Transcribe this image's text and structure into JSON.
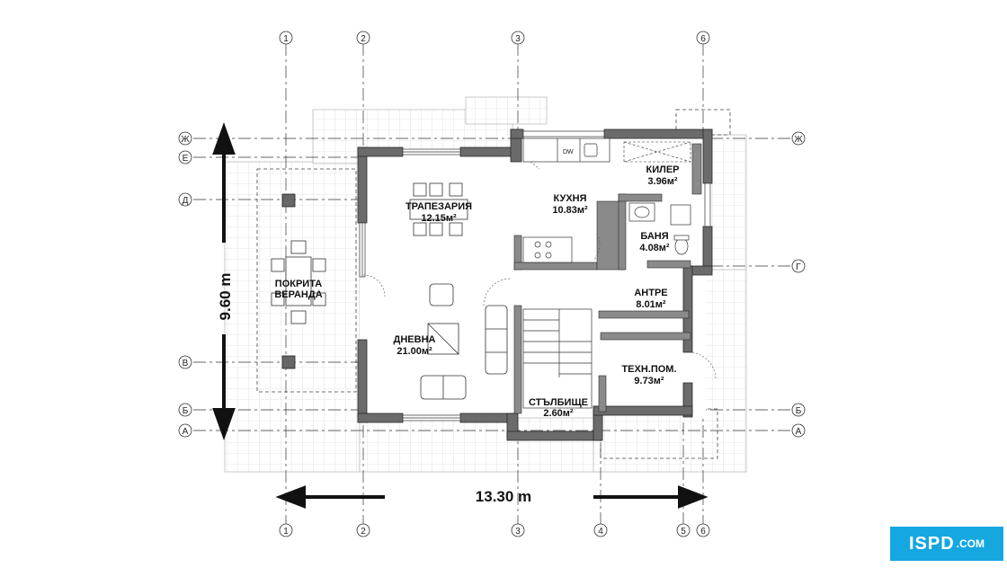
{
  "rooms": {
    "dining": {
      "name": "ТРАПЕЗАРИЯ",
      "area": "12.15м²"
    },
    "kitchen": {
      "name": "КУХНЯ",
      "area": "10.83м²"
    },
    "pantry": {
      "name": "КИЛЕР",
      "area": "3.96м²"
    },
    "bathroom": {
      "name": "БАНЯ",
      "area": "4.08м²"
    },
    "veranda": {
      "name_line1": "ПОКРИТА",
      "name_line2": "ВЕРАНДА"
    },
    "hallway": {
      "name": "АНТРЕ",
      "area": "8.01м²"
    },
    "living": {
      "name": "ДНЕВНА",
      "area": "21.00м²"
    },
    "technical": {
      "name": "ТЕХН.ПОМ.",
      "area": "9.73м²"
    },
    "stairs": {
      "name": "СТЪЛБИЩЕ",
      "area": "2.60м²"
    }
  },
  "appliance_label": "DW",
  "dimensions": {
    "width": "13.30 m",
    "height": "9.60 m"
  },
  "grid_axes": {
    "columns_top": [
      "1",
      "2",
      "3",
      "6"
    ],
    "columns_bottom": [
      "1",
      "2",
      "3",
      "4",
      "5",
      "6"
    ],
    "rows_left": [
      "Ж",
      "Е",
      "Д",
      "В",
      "Б",
      "А"
    ],
    "rows_right": [
      "Ж",
      "Г",
      "Б",
      "А"
    ]
  },
  "logo": {
    "main": "ISPD",
    "suffix": ".COM"
  },
  "colors": {
    "wall": "#6b6b6b",
    "wall_dark": "#3a3a3a",
    "paving": "#cfcfcf",
    "logo_bg": "#15a7e0"
  }
}
